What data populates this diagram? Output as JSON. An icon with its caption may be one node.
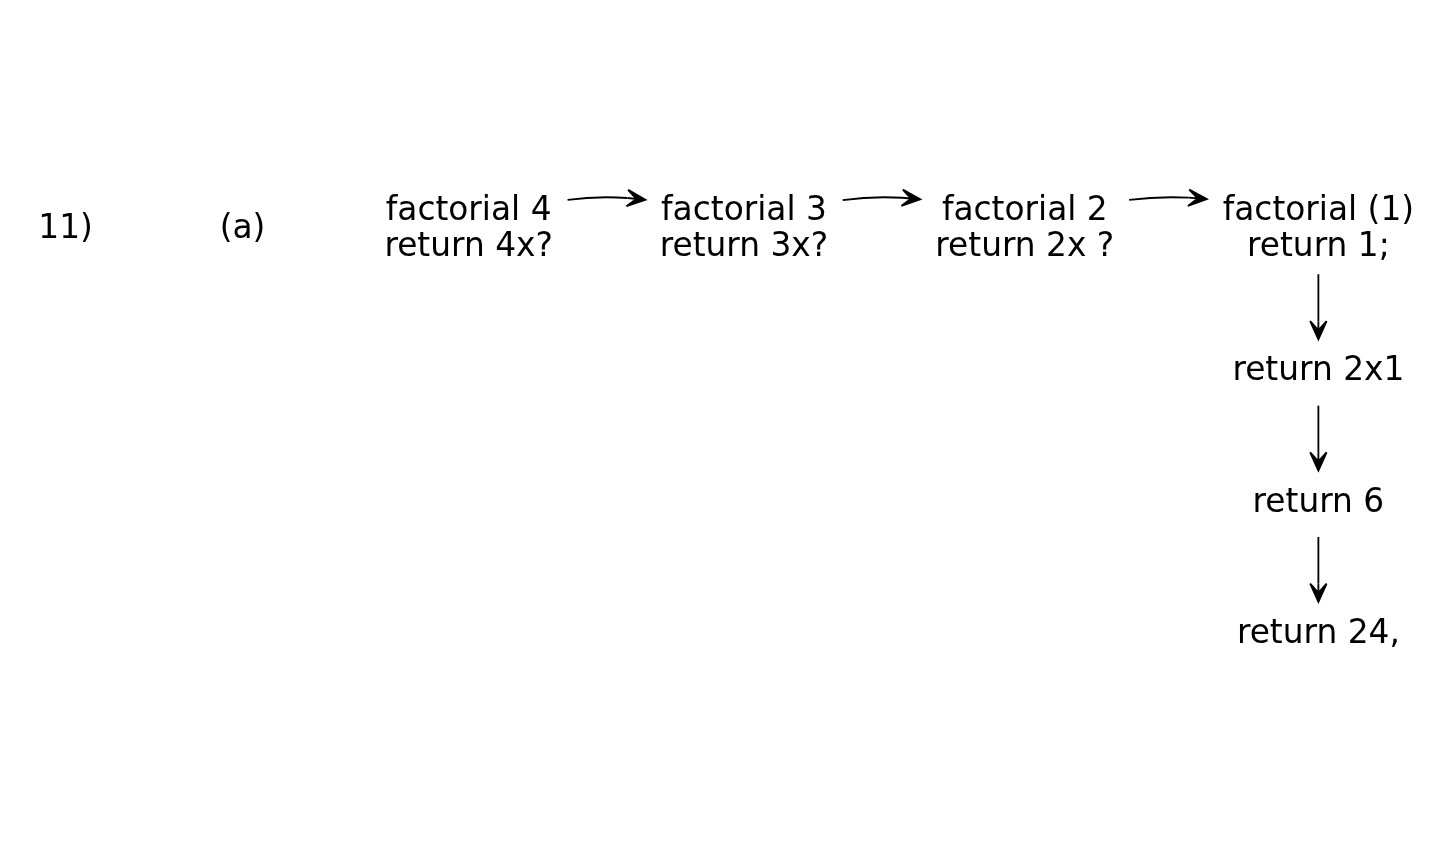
{
  "diagram": {
    "nodes": [
      {
        "text": [
          "factorial 4",
          "return 4x?"
        ]
      },
      {
        "text": [
          "factorial 3",
          "return 3x?"
        ]
      },
      {
        "text": [
          "factorial 2",
          "return 2x ?"
        ]
      },
      {
        "text": [
          "factorial (1)",
          "return 1;"
        ]
      },
      {
        "text": [
          "return 2x1"
        ]
      },
      {
        "text": [
          "return 6"
        ]
      },
      {
        "text": [
          "return 24,"
        ]
      }
    ],
    "edges": [
      {
        "from": 0,
        "to": 1,
        "arrow": "to"
      },
      {
        "from": 1,
        "to": 2,
        "arrow": "to"
      },
      {
        "from": 2,
        "to": 3,
        "arrow": "to"
      },
      {
        "from": 3,
        "to": 4,
        "arrow": "to"
      },
      {
        "from": 4,
        "to": 5,
        "arrow": "to"
      },
      {
        "from": 5,
        "to": 6,
        "arrow": "to"
      }
    ],
    "labels": [
      "11)",
      "(a)"
    ]
  }
}
